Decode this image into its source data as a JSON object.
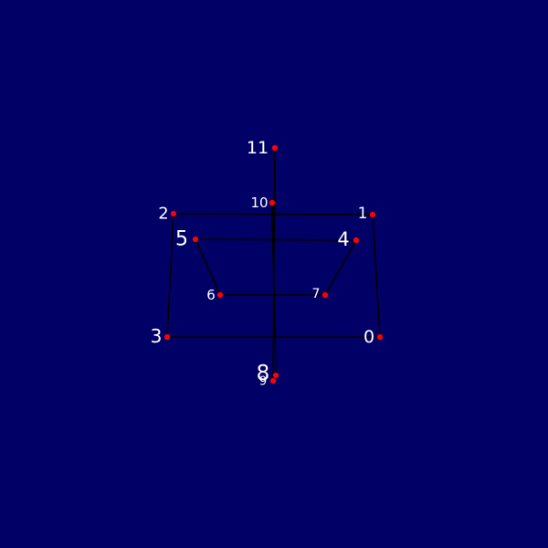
{
  "colors": {
    "background": "#000066",
    "edge": "#000000",
    "node": "#ff0000",
    "label": "#ffffff"
  },
  "nodes": [
    {
      "id": "0",
      "label": "0"
    },
    {
      "id": "1",
      "label": "1"
    },
    {
      "id": "2",
      "label": "2"
    },
    {
      "id": "3",
      "label": "3"
    },
    {
      "id": "4",
      "label": "4"
    },
    {
      "id": "5",
      "label": "5"
    },
    {
      "id": "6",
      "label": "6"
    },
    {
      "id": "7",
      "label": "7"
    },
    {
      "id": "8",
      "label": "8"
    },
    {
      "id": "9",
      "label": "9"
    },
    {
      "id": "10",
      "label": "10"
    },
    {
      "id": "11",
      "label": "11"
    }
  ],
  "edges": [
    [
      "0",
      "1"
    ],
    [
      "1",
      "2"
    ],
    [
      "2",
      "3"
    ],
    [
      "3",
      "0"
    ],
    [
      "4",
      "5"
    ],
    [
      "5",
      "6"
    ],
    [
      "6",
      "7"
    ],
    [
      "7",
      "4"
    ],
    [
      "8",
      "10"
    ],
    [
      "9",
      "11"
    ]
  ]
}
